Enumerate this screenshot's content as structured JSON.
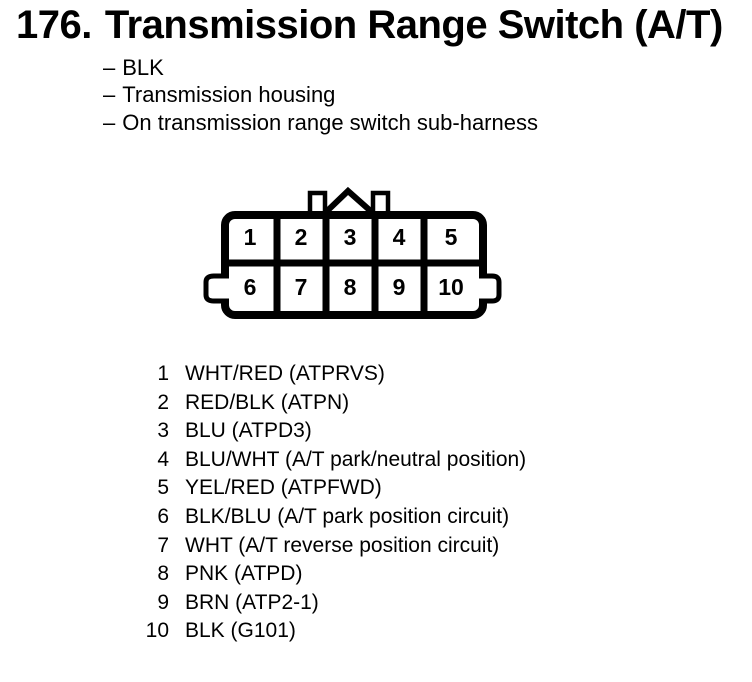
{
  "page": {
    "background": "#ffffff",
    "ink": "#000000"
  },
  "header": {
    "item_number": "176.",
    "title": "Transmission Range Switch (A/T)"
  },
  "details": {
    "prefix": "–",
    "items": [
      "BLK",
      "Transmission housing",
      "On transmission range switch sub-harness"
    ]
  },
  "connector": {
    "cells": [
      "1",
      "2",
      "3",
      "4",
      "5",
      "6",
      "7",
      "8",
      "9",
      "10"
    ]
  },
  "pins": [
    {
      "number": "1",
      "label": "WHT/RED (ATPRVS)"
    },
    {
      "number": "2",
      "label": "RED/BLK (ATPN)"
    },
    {
      "number": "3",
      "label": "BLU (ATPD3)"
    },
    {
      "number": "4",
      "label": "BLU/WHT (A/T park/neutral position)"
    },
    {
      "number": "5",
      "label": "YEL/RED (ATPFWD)"
    },
    {
      "number": "6",
      "label": "BLK/BLU (A/T park position circuit)"
    },
    {
      "number": "7",
      "label": "WHT (A/T reverse position circuit)"
    },
    {
      "number": "8",
      "label": "PNK (ATPD)"
    },
    {
      "number": "9",
      "label": "BRN (ATP2-1)"
    },
    {
      "number": "10",
      "label": "BLK (G101)"
    }
  ]
}
